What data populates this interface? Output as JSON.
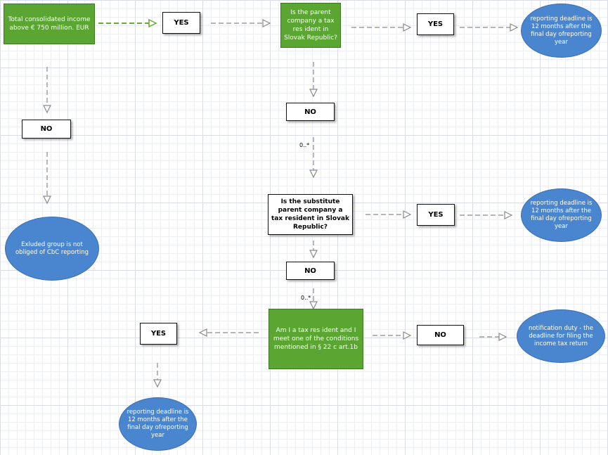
{
  "nodes": {
    "income_threshold": "Total consolidated income above € 750 million. EUR",
    "yes_1": "YES",
    "parent_resident_q": "Is the parent company a tax res ident in Slovak Republic?",
    "yes_2": "YES",
    "deadline_1": "reporting deadline is 12 months after the final day ofreporting year",
    "no_1": "NO",
    "no_2": "NO",
    "excluded_group": "Exluded group is not obliged of CbC reporting",
    "substitute_parent_q": "Is the substitute parent company a tax resident in Slovak Republic?",
    "yes_3": "YES",
    "deadline_2": "reporting deadline is 12 months after the final day ofreporting year",
    "no_3": "NO",
    "conditions_q": "Am I a tax res ident and I meet one of the conditions mentioned in § 22 c art.1b",
    "yes_4": "YES",
    "no_4": "NO",
    "notification_duty": "notification duty - the deadline for filing the income tax return",
    "deadline_3": "reporting deadline is 12 months after the final day ofreporting year"
  },
  "edge_labels": {
    "multiplicity_1": "0..*",
    "multiplicity_2": "0..*"
  },
  "colors": {
    "green_box": "#5ba532",
    "blue_ellipse": "#4a86d0",
    "green_arrow": "#6aaa3a",
    "gray_arrow": "#8a8a8a"
  }
}
